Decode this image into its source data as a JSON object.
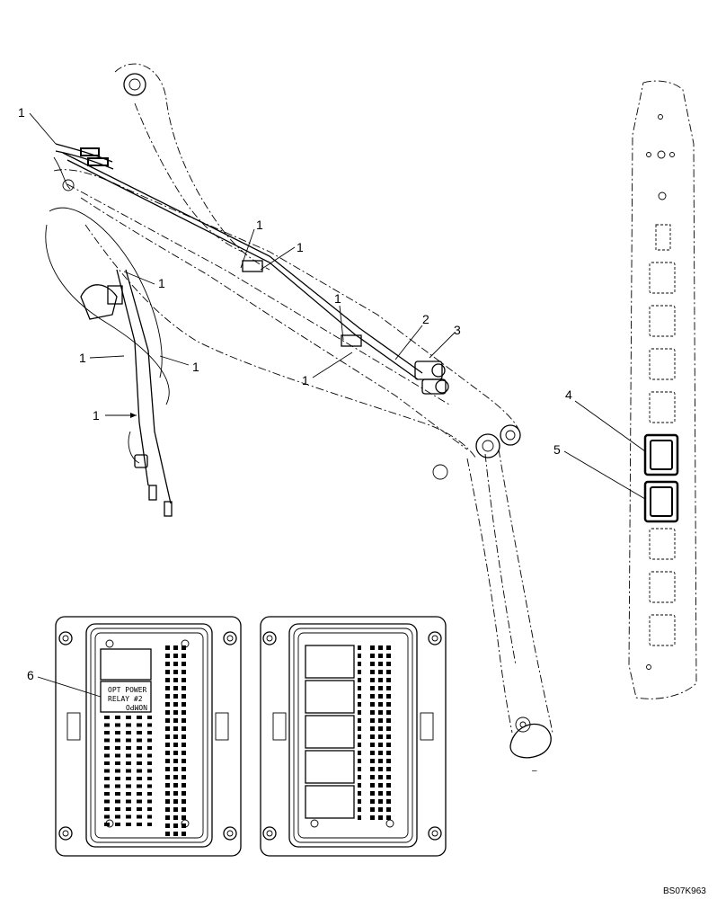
{
  "callouts": {
    "c1a": "1",
    "c1b": "1",
    "c1c": "1",
    "c1d": "1",
    "c1e": "1",
    "c1f": "1",
    "c1g": "1",
    "c1h": "1",
    "c1i": "1",
    "c2": "2",
    "c3": "3",
    "c4": "4",
    "c5": "5",
    "c6": "6"
  },
  "fuse_panel_left": {
    "decal_line1": "OPT POWER",
    "decal_line2": "RELAY #2",
    "brand_mark": "NOMPO"
  },
  "footer": {
    "drawing_id": "BS07K963",
    "dash_mark": "–"
  }
}
